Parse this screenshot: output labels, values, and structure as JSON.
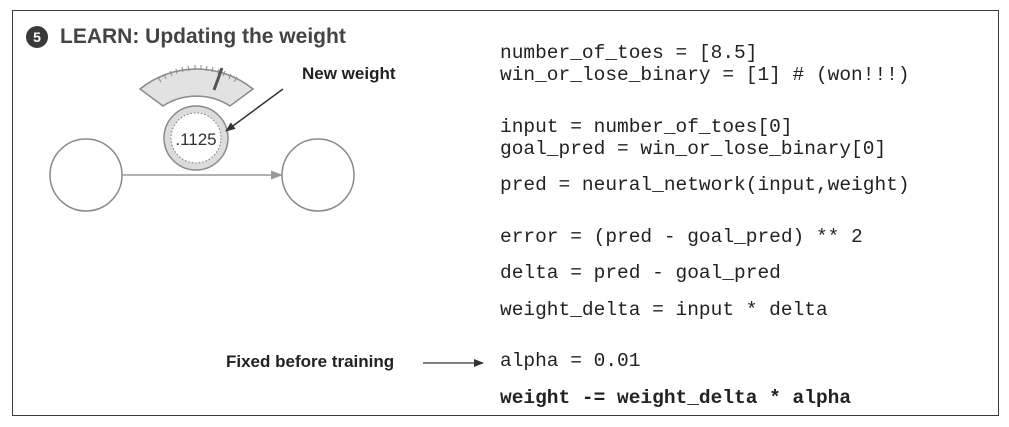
{
  "title": {
    "step": "5",
    "text": "LEARN: Updating the weight"
  },
  "diagram": {
    "weight_value": ".1125",
    "new_weight_label": "New weight",
    "fixed_label": "Fixed before training"
  },
  "code_lines": {
    "l1": "number_of_toes = [8.5]",
    "l2": "win_or_lose_binary = [1] # (won!!!)",
    "l3": "input = number_of_toes[0]",
    "l4": "goal_pred = win_or_lose_binary[0]",
    "l5": "pred = neural_network(input,weight)",
    "l6": "error = (pred - goal_pred) ** 2",
    "l7": "delta = pred - goal_pred",
    "l8": "weight_delta = input * delta",
    "l9": "alpha = 0.01",
    "l10": "weight -= weight_delta * alpha"
  }
}
